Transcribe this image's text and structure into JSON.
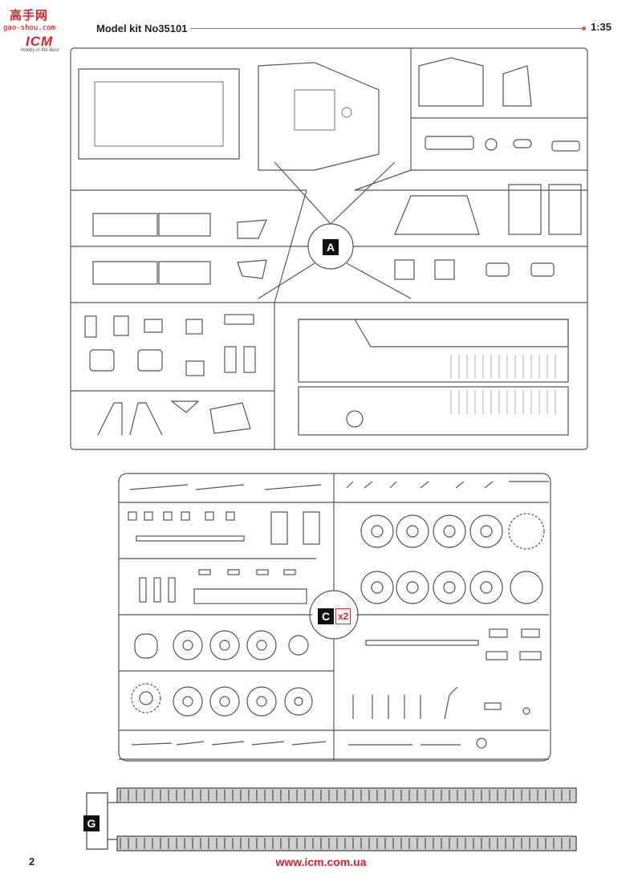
{
  "header": {
    "watermark_cn": "高手网",
    "watermark_url": "gao-shou.com",
    "logo": "ICM",
    "logo_tagline": "Hobby in the Best",
    "model_kit": "Model kit No35101",
    "scale": "1:35"
  },
  "sprues": {
    "a": {
      "label": "A"
    },
    "c": {
      "label": "C",
      "multiplier": "x2"
    },
    "g": {
      "label": "G"
    }
  },
  "footer": {
    "page_number": "2",
    "website": "www.icm.com.ua"
  },
  "colors": {
    "accent": "#e31e24",
    "header_rule": "#e05a2b",
    "line": "#555555"
  }
}
